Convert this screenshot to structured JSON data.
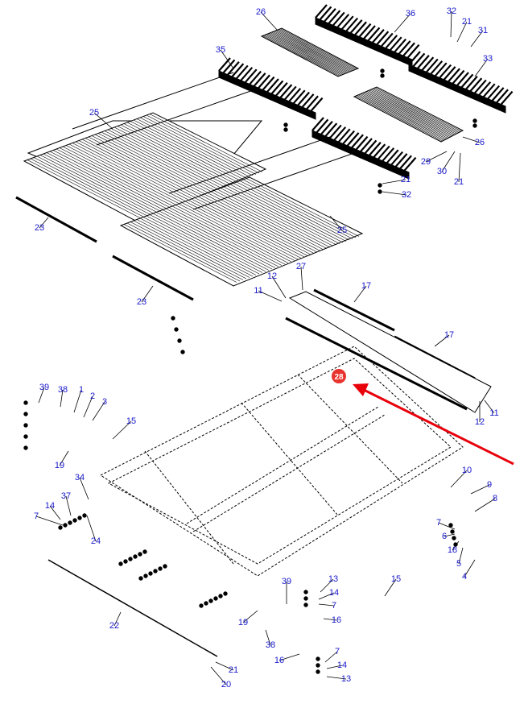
{
  "diagram": {
    "part_labels": [
      "26",
      "36",
      "32",
      "21",
      "31",
      "35",
      "33",
      "25",
      "26",
      "29",
      "30",
      "21",
      "21",
      "32",
      "23",
      "25",
      "23",
      "12",
      "27",
      "17",
      "11",
      "17",
      "12",
      "11",
      "39",
      "38",
      "1",
      "2",
      "3",
      "15",
      "19",
      "34",
      "14",
      "37",
      "7",
      "24",
      "10",
      "9",
      "8",
      "7",
      "6",
      "18",
      "5",
      "4",
      "22",
      "13",
      "14",
      "7",
      "39",
      "16",
      "15",
      "19",
      "38",
      "21",
      "20",
      "16",
      "7",
      "14",
      "13"
    ],
    "highlight": {
      "label": "28",
      "color": "#e8322e"
    },
    "colors": {
      "label": "#1a1acc",
      "arrow": "#e8000b",
      "line": "#000000"
    }
  }
}
